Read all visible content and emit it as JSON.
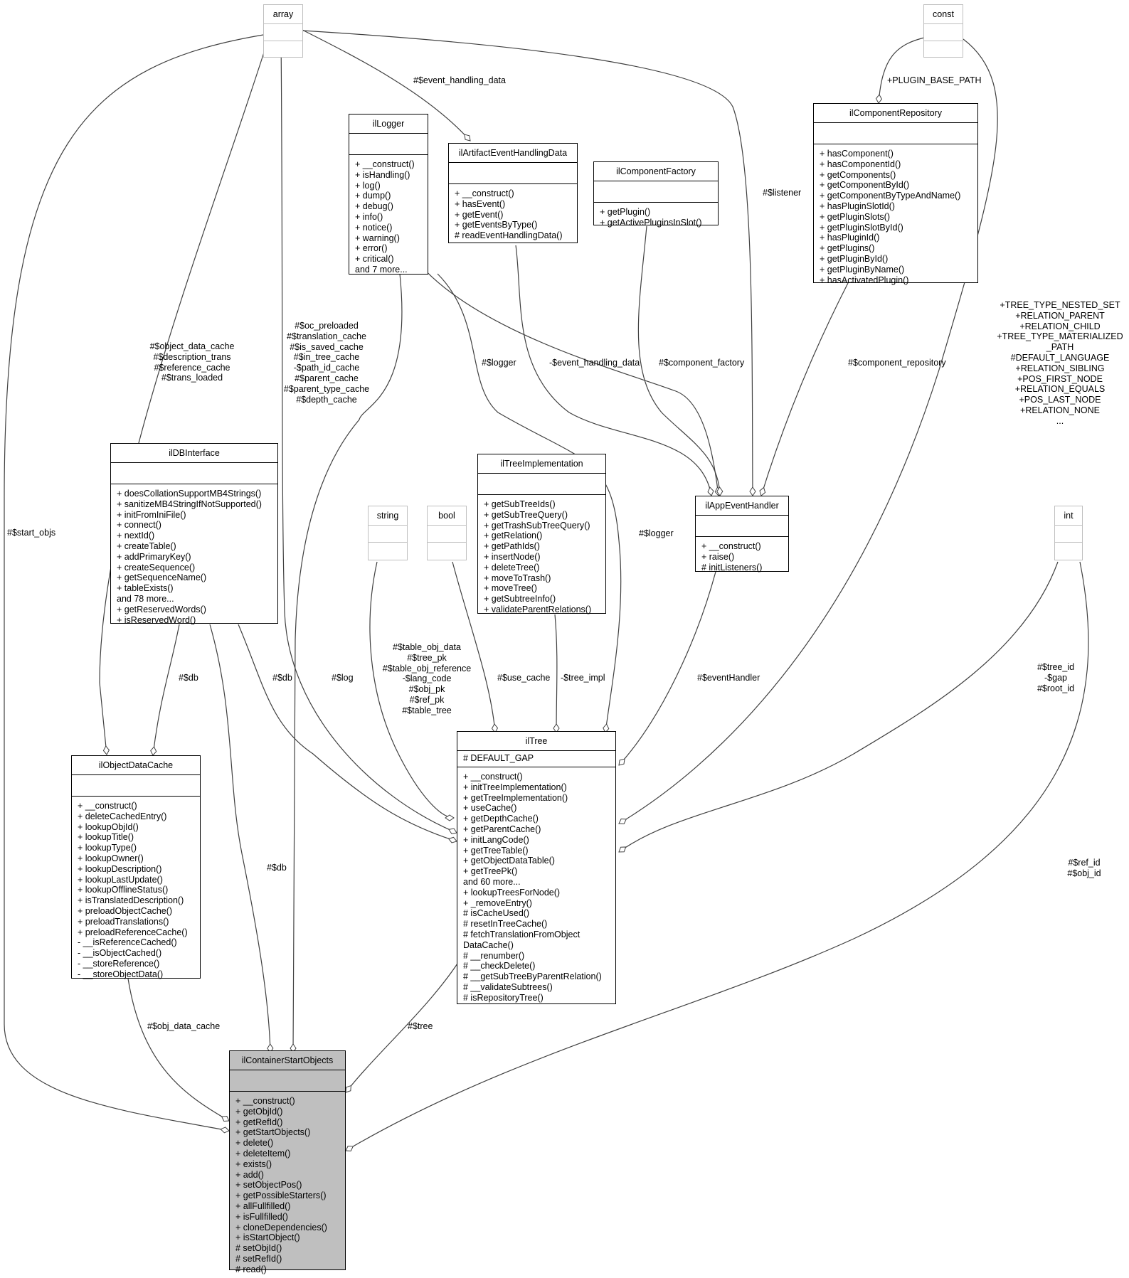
{
  "classes": {
    "array": {
      "name": "array",
      "attrs": [],
      "methods": []
    },
    "const": {
      "name": "const",
      "attrs": [],
      "methods": []
    },
    "string": {
      "name": "string",
      "attrs": [],
      "methods": []
    },
    "bool": {
      "name": "bool",
      "attrs": [],
      "methods": []
    },
    "int": {
      "name": "int",
      "attrs": [],
      "methods": []
    },
    "ilLogger": {
      "name": "ilLogger",
      "attrs": [],
      "methods": [
        "+ __construct()",
        "+ isHandling()",
        "+ log()",
        "+ dump()",
        "+ debug()",
        "+ info()",
        "+ notice()",
        "+ warning()",
        "+ error()",
        "+ critical()",
        "and 7 more..."
      ]
    },
    "ilArtifactEventHandlingData": {
      "name": "ilArtifactEventHandlingData",
      "attrs": [],
      "methods": [
        "+ __construct()",
        "+ hasEvent()",
        "+ getEvent()",
        "+ getEventsByType()",
        "# readEventHandlingData()"
      ]
    },
    "ilComponentFactory": {
      "name": "ilComponentFactory",
      "attrs": [],
      "methods": [
        "+ getPlugin()",
        "+ getActivePluginsInSlot()"
      ]
    },
    "ilComponentRepository": {
      "name": "ilComponentRepository",
      "attrs": [],
      "methods": [
        "+ hasComponent()",
        "+ hasComponentId()",
        "+ getComponents()",
        "+ getComponentById()",
        "+ getComponentByTypeAndName()",
        "+ hasPluginSlotId()",
        "+ getPluginSlots()",
        "+ getPluginSlotById()",
        "+ hasPluginId()",
        "+ getPlugins()",
        "+ getPluginById()",
        "+ getPluginByName()",
        "+ hasActivatedPlugin()"
      ]
    },
    "ilDBInterface": {
      "name": "ilDBInterface",
      "attrs": [],
      "methods": [
        "+ doesCollationSupportMB4Strings()",
        "+ sanitizeMB4StringIfNotSupported()",
        "+ initFromIniFile()",
        "+ connect()",
        "+ nextId()",
        "+ createTable()",
        "+ addPrimaryKey()",
        "+ createSequence()",
        "+ getSequenceName()",
        "+ tableExists()",
        "and 78 more...",
        "+ getReservedWords()",
        "+ isReservedWord()"
      ]
    },
    "ilTreeImplementation": {
      "name": "ilTreeImplementation",
      "attrs": [],
      "methods": [
        "+ getSubTreeIds()",
        "+ getSubTreeQuery()",
        "+ getTrashSubTreeQuery()",
        "+ getRelation()",
        "+ getPathIds()",
        "+ insertNode()",
        "+ deleteTree()",
        "+ moveToTrash()",
        "+ moveTree()",
        "+ getSubtreeInfo()",
        "+ validateParentRelations()"
      ]
    },
    "ilAppEventHandler": {
      "name": "ilAppEventHandler",
      "attrs": [],
      "methods": [
        "+ __construct()",
        "+ raise()",
        "# initListeners()"
      ]
    },
    "ilObjectDataCache": {
      "name": "ilObjectDataCache",
      "attrs": [],
      "methods": [
        "+ __construct()",
        "+ deleteCachedEntry()",
        "+ lookupObjId()",
        "+ lookupTitle()",
        "+ lookupType()",
        "+ lookupOwner()",
        "+ lookupDescription()",
        "+ lookupLastUpdate()",
        "+ lookupOfflineStatus()",
        "+ isTranslatedDescription()",
        "+ preloadObjectCache()",
        "+ preloadTranslations()",
        "+ preloadReferenceCache()",
        "- __isReferenceCached()",
        "- __isObjectCached()",
        "- __storeReference()",
        "- __storeObjectData()"
      ]
    },
    "ilTree": {
      "name": "ilTree",
      "attrs": [
        "# DEFAULT_GAP"
      ],
      "methods": [
        "+ __construct()",
        "+ initTreeImplementation()",
        "+ getTreeImplementation()",
        "+ useCache()",
        "+ getDepthCache()",
        "+ getParentCache()",
        "+ initLangCode()",
        "+ getTreeTable()",
        "+ getObjectDataTable()",
        "+ getTreePk()",
        "and 60 more...",
        "+ lookupTreesForNode()",
        "+ _removeEntry()",
        "# isCacheUsed()",
        "# resetInTreeCache()",
        "# fetchTranslationFromObject",
        "DataCache()",
        "# __renumber()",
        "# __checkDelete()",
        "# __getSubTreeByParentRelation()",
        "# __validateSubtrees()",
        "# isRepositoryTree()"
      ]
    },
    "ilContainerStartObjects": {
      "name": "ilContainerStartObjects",
      "attrs": [],
      "methods": [
        "+ __construct()",
        "+ getObjId()",
        "+ getRefId()",
        "+ getStartObjects()",
        "+ delete()",
        "+ deleteItem()",
        "+ exists()",
        "+ add()",
        "+ setObjectPos()",
        "+ getPossibleStarters()",
        "+ allFullfilled()",
        "+ isFullfilled()",
        "+ cloneDependencies()",
        "+ isStartObject()",
        "# setObjId()",
        "# setRefId()",
        "# read()"
      ]
    }
  },
  "edge_labels": {
    "start_objs": [
      "#$start_objs"
    ],
    "obj_data_cache_arr": [
      "#$object_data_cache",
      "#$description_trans",
      "#$reference_cache",
      "#$trans_loaded"
    ],
    "tree_arr": [
      "#$oc_preloaded",
      "#$translation_cache",
      "#$is_saved_cache",
      "#$in_tree_cache",
      "-$path_id_cache",
      "#$parent_cache",
      "#$parent_type_cache",
      "#$depth_cache"
    ],
    "event_handling_data_arr": [
      "#$event_handling_data"
    ],
    "plugin_base_path": [
      "+PLUGIN_BASE_PATH"
    ],
    "listener": [
      "#$listener"
    ],
    "const_tree": [
      "+TREE_TYPE_NESTED_SET",
      "+RELATION_PARENT",
      "+RELATION_CHILD",
      "+TREE_TYPE_MATERIALIZED",
      "_PATH",
      "#DEFAULT_LANGUAGE",
      "+RELATION_SIBLING",
      "+POS_FIRST_NODE",
      "+RELATION_EQUALS",
      "+POS_LAST_NODE",
      "+RELATION_NONE",
      "..."
    ],
    "logger_handler": [
      "#$logger"
    ],
    "event_handling_data": [
      "-$event_handling_data"
    ],
    "component_factory": [
      "#$component_factory"
    ],
    "component_repository": [
      "#$component_repository"
    ],
    "logger_tree": [
      "#$logger"
    ],
    "log": [
      "#$log"
    ],
    "db_cache": [
      "#$db"
    ],
    "db_tree": [
      "#$db"
    ],
    "db_start": [
      "#$db"
    ],
    "string_tree": [
      "#$table_obj_data",
      "#$tree_pk",
      "#$table_obj_reference",
      "-$lang_code",
      "#$obj_pk",
      "#$ref_pk",
      "#$table_tree"
    ],
    "use_cache": [
      "#$use_cache"
    ],
    "tree_impl": [
      "-$tree_impl"
    ],
    "event_handler": [
      "#$eventHandler"
    ],
    "int_tree": [
      "#$tree_id",
      "-$gap",
      "#$root_id"
    ],
    "int_start": [
      "#$ref_id",
      "#$obj_id"
    ],
    "obj_data_cache": [
      "#$obj_data_cache"
    ],
    "tree": [
      "#$tree"
    ]
  }
}
